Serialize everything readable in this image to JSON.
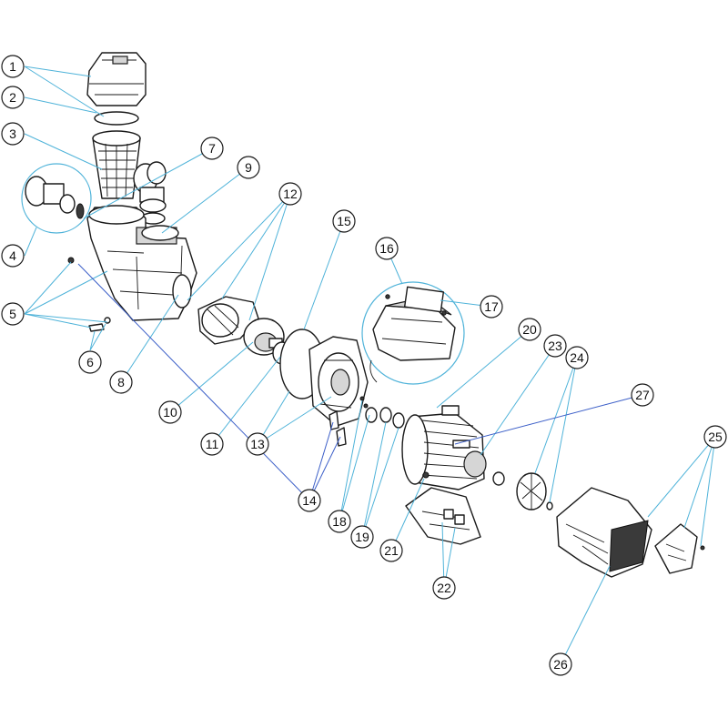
{
  "diagram": {
    "type": "exploded-parts-view",
    "leader_color": "#4fb3d9",
    "leader_color_secondary": "#3c5fc8",
    "callouts": [
      {
        "label": "1"
      },
      {
        "label": "2"
      },
      {
        "label": "3"
      },
      {
        "label": "4"
      },
      {
        "label": "5"
      },
      {
        "label": "6"
      },
      {
        "label": "7"
      },
      {
        "label": "8"
      },
      {
        "label": "9"
      },
      {
        "label": "10"
      },
      {
        "label": "11"
      },
      {
        "label": "12"
      },
      {
        "label": "13"
      },
      {
        "label": "14"
      },
      {
        "label": "15"
      },
      {
        "label": "16"
      },
      {
        "label": "17"
      },
      {
        "label": "18"
      },
      {
        "label": "19"
      },
      {
        "label": "20"
      },
      {
        "label": "21"
      },
      {
        "label": "22"
      },
      {
        "label": "23"
      },
      {
        "label": "24"
      },
      {
        "label": "25"
      },
      {
        "label": "26"
      },
      {
        "label": "27"
      }
    ]
  }
}
